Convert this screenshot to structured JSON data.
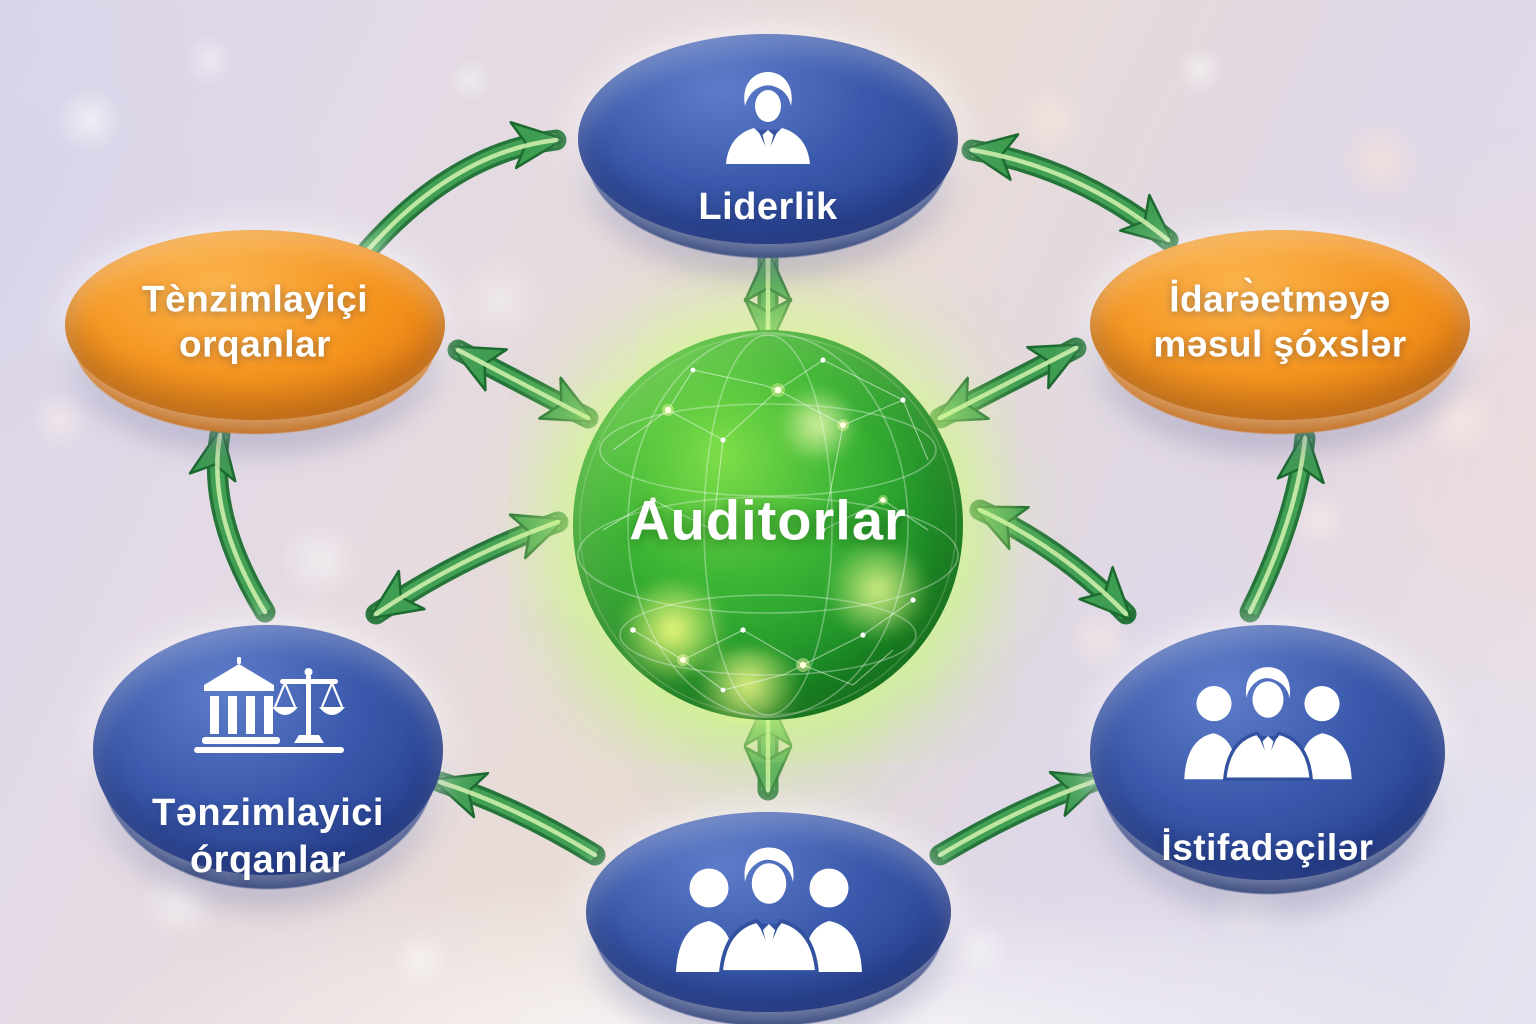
{
  "diagram": {
    "title_hint": "Auditor stakeholder relationship diagram",
    "center": {
      "label": "Auditorlar",
      "icon": "network-globe-icon",
      "color": "#2fa233"
    },
    "nodes": {
      "liderlik": {
        "label": "Liderlik",
        "icon": "businessman-icon",
        "color": "#32519f",
        "shape": "ellipse",
        "position": "top"
      },
      "regulators_top": {
        "label": "Tènzimlayiçi orqanlar",
        "icon": "",
        "color": "#f08a1a",
        "shape": "ellipse",
        "position": "top-left"
      },
      "governance": {
        "label": "İdarə̀etməyə məsul şóxslər",
        "icon": "",
        "color": "#f08a1a",
        "shape": "ellipse",
        "position": "top-right"
      },
      "regulators_bottom": {
        "label": "Tənzimlayici órqanlar",
        "icon": "courthouse-scales-icon",
        "color": "#2c4a9e",
        "shape": "ellipse",
        "position": "bottom-left"
      },
      "users": {
        "label": "İstifadəçilər",
        "icon": "people-group-icon",
        "color": "#2c4a9e",
        "shape": "ellipse",
        "position": "bottom-right"
      },
      "stakeholders_bottom": {
        "label": "",
        "icon": "people-group-icon",
        "color": "#2c4a9e",
        "shape": "ellipse",
        "position": "bottom-center"
      }
    },
    "edges": [
      {
        "from": "regulators_top",
        "to": "liderlik",
        "arrows": "single"
      },
      {
        "from": "liderlik",
        "to": "governance",
        "arrows": "double"
      },
      {
        "from": "auditorlar_center",
        "to": "liderlik",
        "arrows": "double"
      },
      {
        "from": "auditorlar_center",
        "to": "regulators_top",
        "arrows": "double"
      },
      {
        "from": "auditorlar_center",
        "to": "governance",
        "arrows": "double"
      },
      {
        "from": "regulators_bottom",
        "to": "regulators_top",
        "arrows": "single"
      },
      {
        "from": "auditorlar_center",
        "to": "regulators_bottom",
        "arrows": "double"
      },
      {
        "from": "users",
        "to": "governance",
        "arrows": "single"
      },
      {
        "from": "auditorlar_center",
        "to": "users",
        "arrows": "double"
      },
      {
        "from": "auditorlar_center",
        "to": "stakeholders_bottom",
        "arrows": "double"
      },
      {
        "from": "stakeholders_bottom",
        "to": "regulators_bottom",
        "arrows": "single"
      },
      {
        "from": "stakeholders_bottom",
        "to": "users",
        "arrows": "single"
      }
    ],
    "arrow_color": "#3f9d52"
  }
}
